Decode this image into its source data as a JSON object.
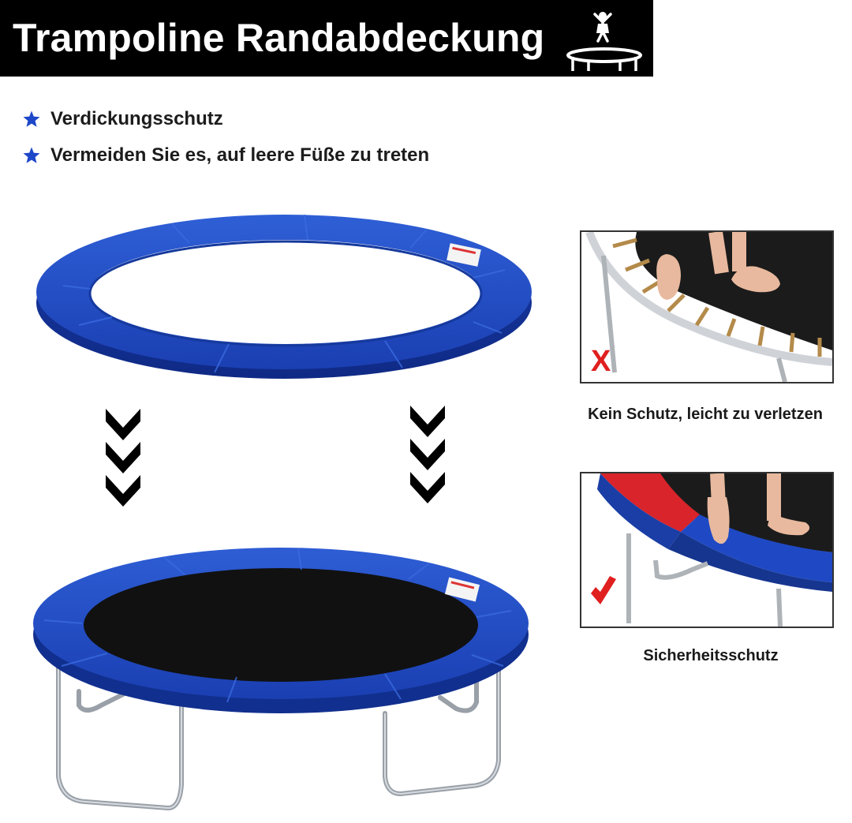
{
  "header": {
    "title": "Trampoline Randabdeckung",
    "icon": "trampoline-icon"
  },
  "features": [
    {
      "icon": "star-icon",
      "text": "Verdickungsschutz"
    },
    {
      "icon": "star-icon",
      "text": "Vermeiden Sie es, auf leere Füße zu treten"
    }
  ],
  "comparison": {
    "bad": {
      "mark": "X",
      "caption": "Kein Schutz, leicht zu verletzen"
    },
    "good": {
      "mark": "check",
      "caption": "Sicherheitsschutz"
    }
  },
  "colors": {
    "pad_blue": "#1f49c4",
    "pad_red": "#d8242a",
    "star_blue": "#1d47c9",
    "mark_red": "#e01f1f",
    "mat_black": "#111111"
  }
}
